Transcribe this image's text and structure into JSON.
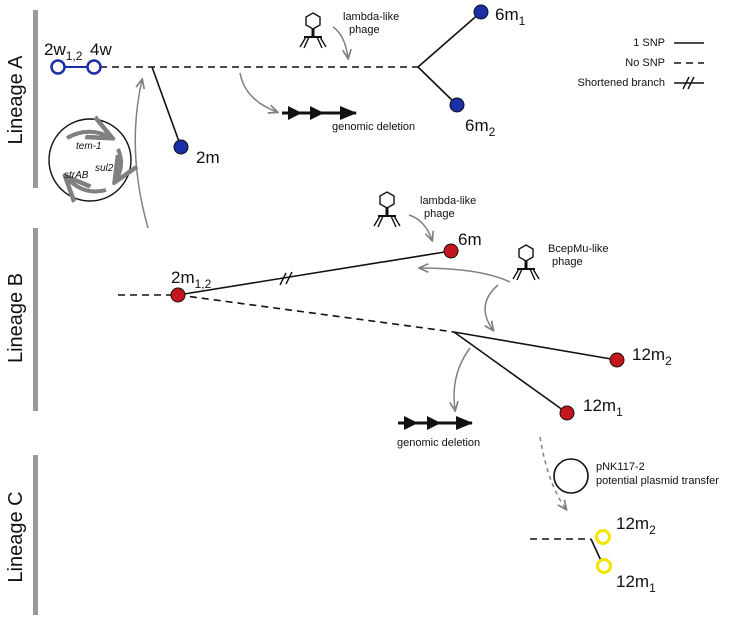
{
  "colors": {
    "lineage_a_node": "#1a2ea8",
    "lineage_a_open_node": "#1a2ea8",
    "lineage_b_node": "#c4161c",
    "lineage_c_node": "#f2e600",
    "bar": "#9a9a9a",
    "arrow": "#808080",
    "line": "#111111"
  },
  "lineages": [
    {
      "label": "Lineage A"
    },
    {
      "label": "Lineage B"
    },
    {
      "label": "Lineage C"
    }
  ],
  "legend": {
    "snp": "1 SNP",
    "no_snp": "No SNP",
    "shortened": "Shortened branch"
  },
  "lineage_a": {
    "node_2w": {
      "main": "2w",
      "sub": "1,2"
    },
    "node_4w": "4w",
    "node_2m": "2m",
    "node_6m1": {
      "main": "6m",
      "sub": "1"
    },
    "node_6m2": {
      "main": "6m",
      "sub": "2"
    },
    "phage_line1": "lambda-like",
    "phage_line2": "phage",
    "deletion": "genomic deletion",
    "plasmid_genes": [
      "tem-1",
      "sul2",
      "strAB"
    ]
  },
  "lineage_b": {
    "node_2m": {
      "main": "2m",
      "sub": "1,2"
    },
    "node_6m": "6m",
    "node_12m2": {
      "main": "12m",
      "sub": "2"
    },
    "node_12m1": {
      "main": "12m",
      "sub": "1"
    },
    "lambda_line1": "lambda-like",
    "lambda_line2": "phage",
    "bcep_line1": "BcepMu-like",
    "bcep_line2": "phage",
    "deletion": "genomic deletion"
  },
  "lineage_c": {
    "plasmid_line1": "pNK117-2",
    "plasmid_line2": "potential plasmid transfer",
    "node_12m2": {
      "main": "12m",
      "sub": "2"
    },
    "node_12m1": {
      "main": "12m",
      "sub": "1"
    }
  }
}
